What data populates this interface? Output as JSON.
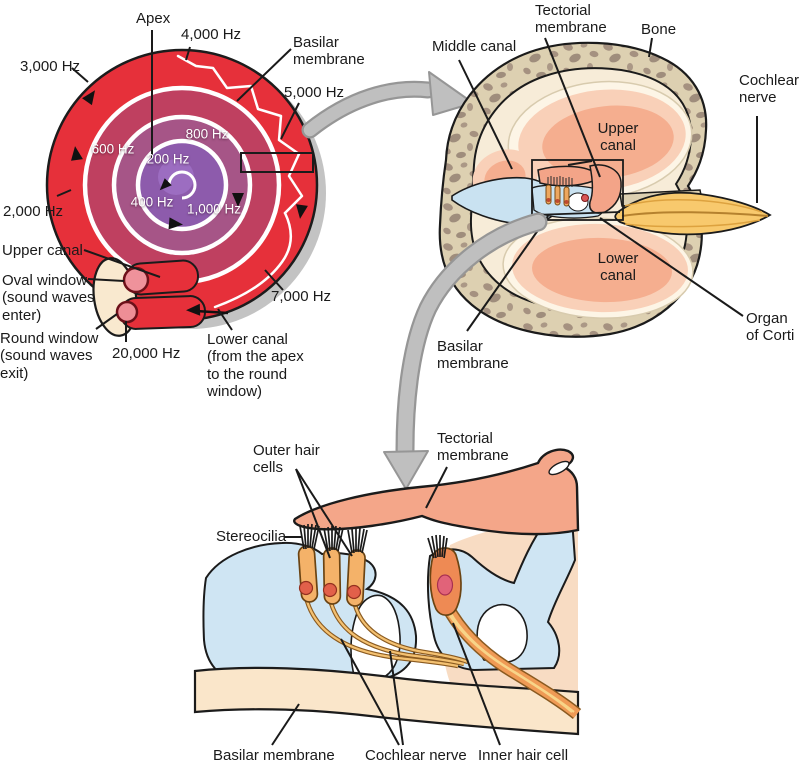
{
  "figure": {
    "description": "Cochlea frequency map, cochlea cross section, and organ of Corti detail",
    "colors": {
      "spiral_outer_red": "#e6303a",
      "spiral_ring2": "#bf4060",
      "spiral_ring3": "#a65587",
      "spiral_center_purple": "#8d5bac",
      "bone_tan": "#ddd0b1",
      "canal_pink": "#f5ae8f",
      "fluid_blue": "#cfe5f3",
      "membrane_salmon": "#f4a689",
      "nerve_yellow": "#f8c96d",
      "hair_cell_orange": "#f4b269",
      "arrow_gray": "#bfbfbf"
    }
  },
  "spiral": {
    "apex": "Apex",
    "hz_200": "200 Hz",
    "hz_400": "400 Hz",
    "hz_600": "600 Hz",
    "hz_800": "800 Hz",
    "hz_1000": "1,000 Hz",
    "hz_2000": "2,000 Hz",
    "hz_3000": "3,000 Hz",
    "hz_4000": "4,000 Hz",
    "hz_5000": "5,000 Hz",
    "hz_7000": "7,000 Hz",
    "hz_20000": "20,000 Hz",
    "basilar_membrane": "Basilar\nmembrane",
    "upper_canal": "Upper canal",
    "oval_window": "Oval window\n(sound waves\nenter)",
    "round_window": "Round window\n(sound waves\nexit)",
    "lower_canal": "Lower canal\n(from the apex\nto the round\nwindow)"
  },
  "cross_section": {
    "middle_canal": "Middle canal",
    "tectorial_membrane": "Tectorial\nmembrane",
    "bone": "Bone",
    "cochlear_nerve": "Cochlear\nnerve",
    "upper_canal": "Upper\ncanal",
    "lower_canal": "Lower\ncanal",
    "basilar_membrane": "Basilar\nmembrane",
    "organ_of_corti": "Organ\nof Corti"
  },
  "organ_of_corti": {
    "outer_hair_cells": "Outer hair\ncells",
    "tectorial_membrane": "Tectorial\nmembrane",
    "stereocilia": "Stereocilia",
    "basilar_membrane": "Basilar membrane",
    "cochlear_nerve": "Cochlear nerve",
    "inner_hair_cell": "Inner hair cell"
  }
}
